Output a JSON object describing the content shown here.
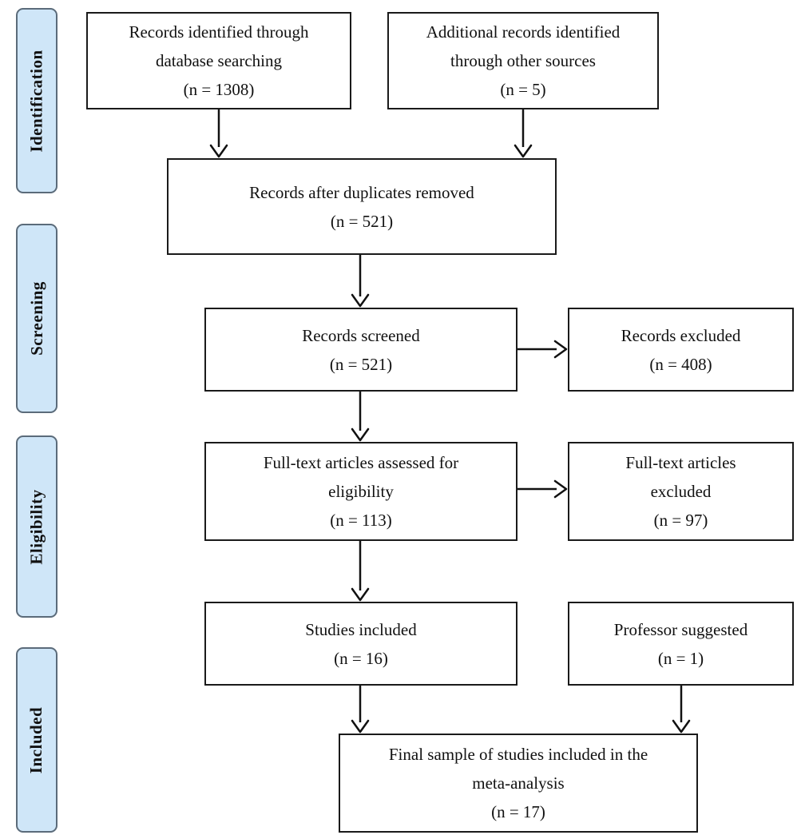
{
  "phases": {
    "identification": "Identification",
    "screening": "Screening",
    "eligibility": "Eligibility",
    "included": "Included"
  },
  "boxes": {
    "database_search": {
      "line1": "Records identified through",
      "line2": "database searching",
      "count": "(n = 1308)"
    },
    "other_sources": {
      "line1": "Additional records identified",
      "line2": "through other sources",
      "count": "(n = 5)"
    },
    "duplicates_removed": {
      "line1": "Records after duplicates removed",
      "count": "(n = 521)"
    },
    "screened": {
      "line1": "Records screened",
      "count": "(n = 521)"
    },
    "excluded": {
      "line1": "Records excluded",
      "count": "(n = 408)"
    },
    "fulltext_assessed": {
      "line1": "Full-text articles assessed for",
      "line2": "eligibility",
      "count": "(n = 113)"
    },
    "fulltext_excluded": {
      "line1": "Full-text articles",
      "line2": "excluded",
      "count": "(n = 97)"
    },
    "studies_included": {
      "line1": "Studies included",
      "count": "(n = 16)"
    },
    "professor_suggested": {
      "line1": "Professor suggested",
      "count": "(n = 1)"
    },
    "final_sample": {
      "line1": "Final sample of studies included in the",
      "line2": "meta-analysis",
      "count": "(n = 17)"
    }
  }
}
